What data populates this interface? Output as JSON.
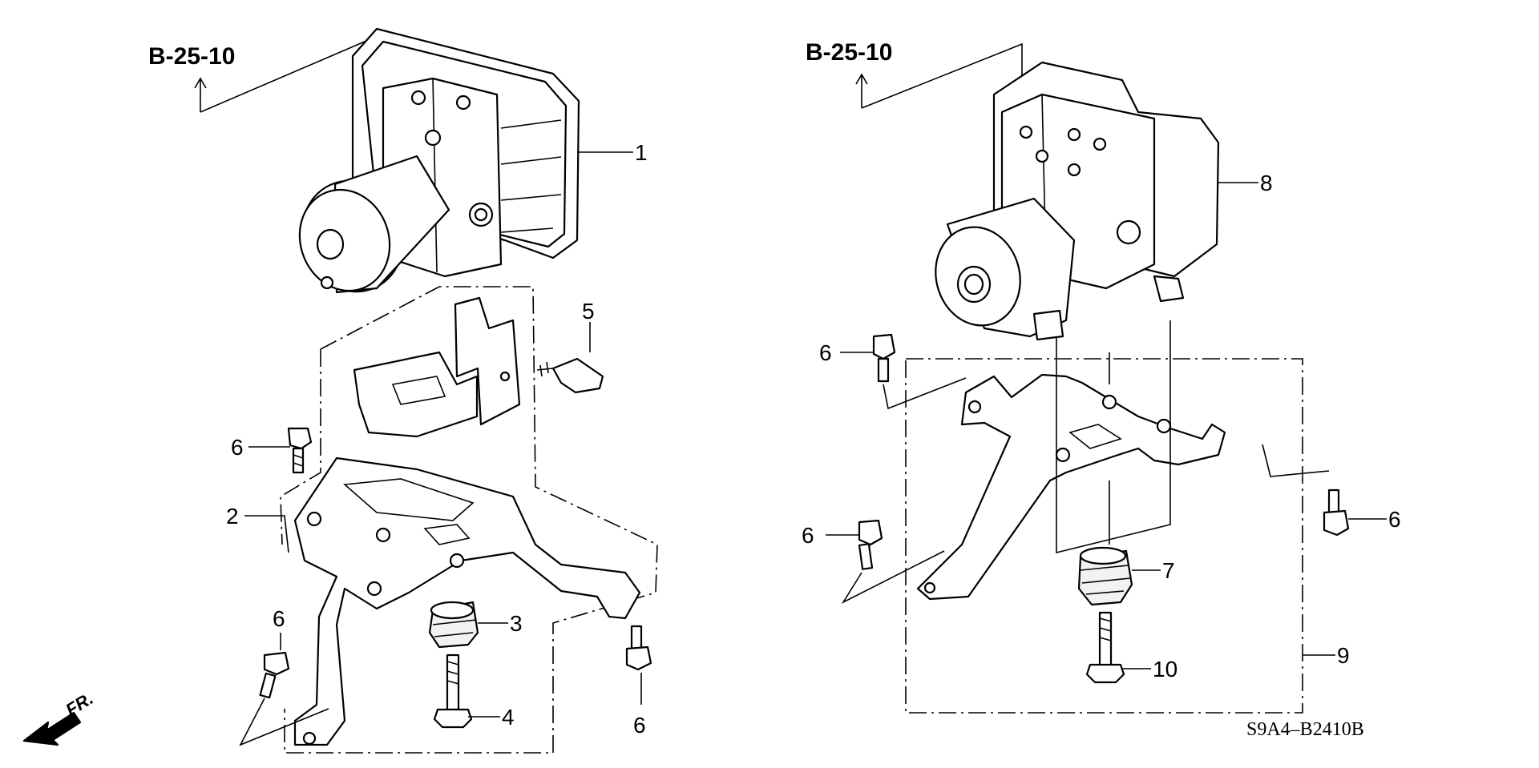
{
  "diagram": {
    "left_assembly": {
      "reference": "B-25-10",
      "callouts": {
        "modulator": "1",
        "bracket": "2",
        "mount_rubber": "3",
        "mount_bolt": "4",
        "flange_bolt": "5",
        "bolt_left_upper": "6",
        "bolt_left_lower": "6",
        "bolt_right": "6"
      }
    },
    "right_assembly": {
      "reference": "B-25-10",
      "callouts": {
        "modulator": "8",
        "bolt_upper": "6",
        "bolt_lower": "6",
        "bolt_right": "6",
        "mount_rubber": "7",
        "bracket_set": "9",
        "mount_bolt": "10"
      }
    },
    "direction_label": "FR.",
    "figure_code": "S9A4–B2410B"
  }
}
